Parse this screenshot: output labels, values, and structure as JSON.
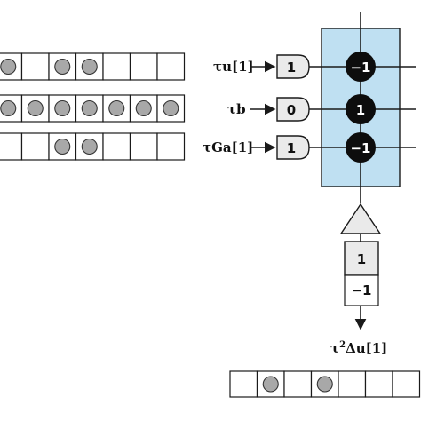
{
  "registers": {
    "row1": {
      "dots": [
        true,
        false,
        true,
        true,
        false,
        false,
        false
      ]
    },
    "row2": {
      "dots": [
        true,
        true,
        true,
        true,
        true,
        true,
        true
      ]
    },
    "row3": {
      "dots": [
        false,
        false,
        true,
        true,
        false,
        false,
        false
      ]
    },
    "output": {
      "dots": [
        false,
        true,
        false,
        true,
        false,
        false,
        false
      ]
    }
  },
  "inputs": [
    {
      "label_main": "τu",
      "label_idx": "[1]",
      "value": "1"
    },
    {
      "label_main": "τb",
      "label_idx": "",
      "value": "0"
    },
    {
      "label_main": "τGa",
      "label_idx": "[1]",
      "value": "1"
    }
  ],
  "crossbar": {
    "nodes": [
      "−1",
      "1",
      "−1"
    ],
    "color": "#bfe0f2"
  },
  "output_stack": [
    "1",
    "−1"
  ],
  "output_label": {
    "prefix": "τ",
    "power": "2",
    "main": "Δu[1]"
  },
  "colors": {
    "dot": "#a8a8a8",
    "gate": "#eaeaea",
    "node": "#0d0d0d"
  }
}
